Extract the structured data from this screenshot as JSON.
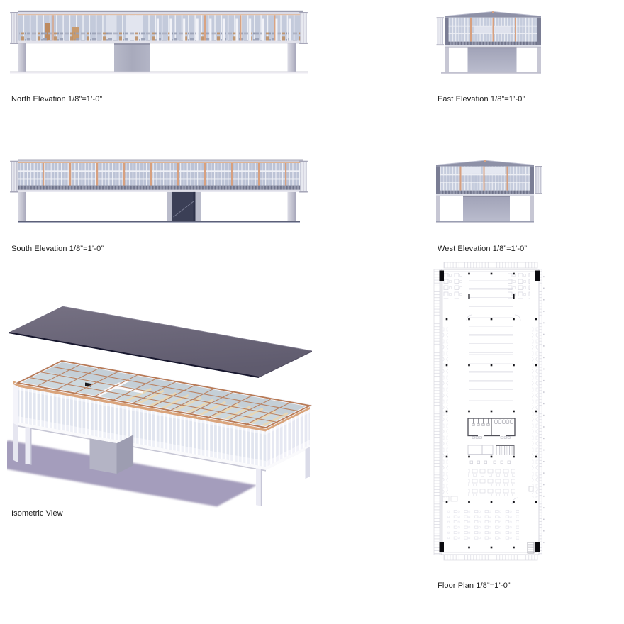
{
  "sheet": {
    "kind": "architectural presentation sheet",
    "views_count": "6"
  },
  "views": {
    "north_elevation": {
      "label": "North Elevation 1/8”=1’-0”"
    },
    "east_elevation": {
      "label": "East Elevation 1/8”=1’-0”"
    },
    "south_elevation": {
      "label": "South Elevation 1/8”=1’-0”"
    },
    "west_elevation": {
      "label": "West Elevation 1/8”=1’-0”"
    },
    "isometric": {
      "label": "Isometric View"
    },
    "floor_plan": {
      "label": "Floor Plan 1/8”=1’-0”"
    }
  },
  "palette": {
    "paper": "#ffffff",
    "text": "#1b1b1b",
    "glass_blue": "#c3cadb",
    "mullion_white": "#edeff5",
    "frame_dark": "#7a7d94",
    "roof_band": "#8e91a7",
    "pier_gray": "#c6c6d3",
    "core_gray": "#a8aabd",
    "copper_accent": "#d7a07f",
    "copper_grid": "#b87a56",
    "shelf_tan": "#e7d7b6",
    "wood_tan": "#bd8a5f",
    "roof_plane": "#6e6a7d",
    "roof_edge_dark": "#17172e",
    "ground_shadow": "#a49dbc",
    "plan_line_light": "#d9d9e1",
    "plan_line_dark": "#4f4f58",
    "column_black": "#0b0b0f",
    "entry_dark": "#3b3f56"
  }
}
